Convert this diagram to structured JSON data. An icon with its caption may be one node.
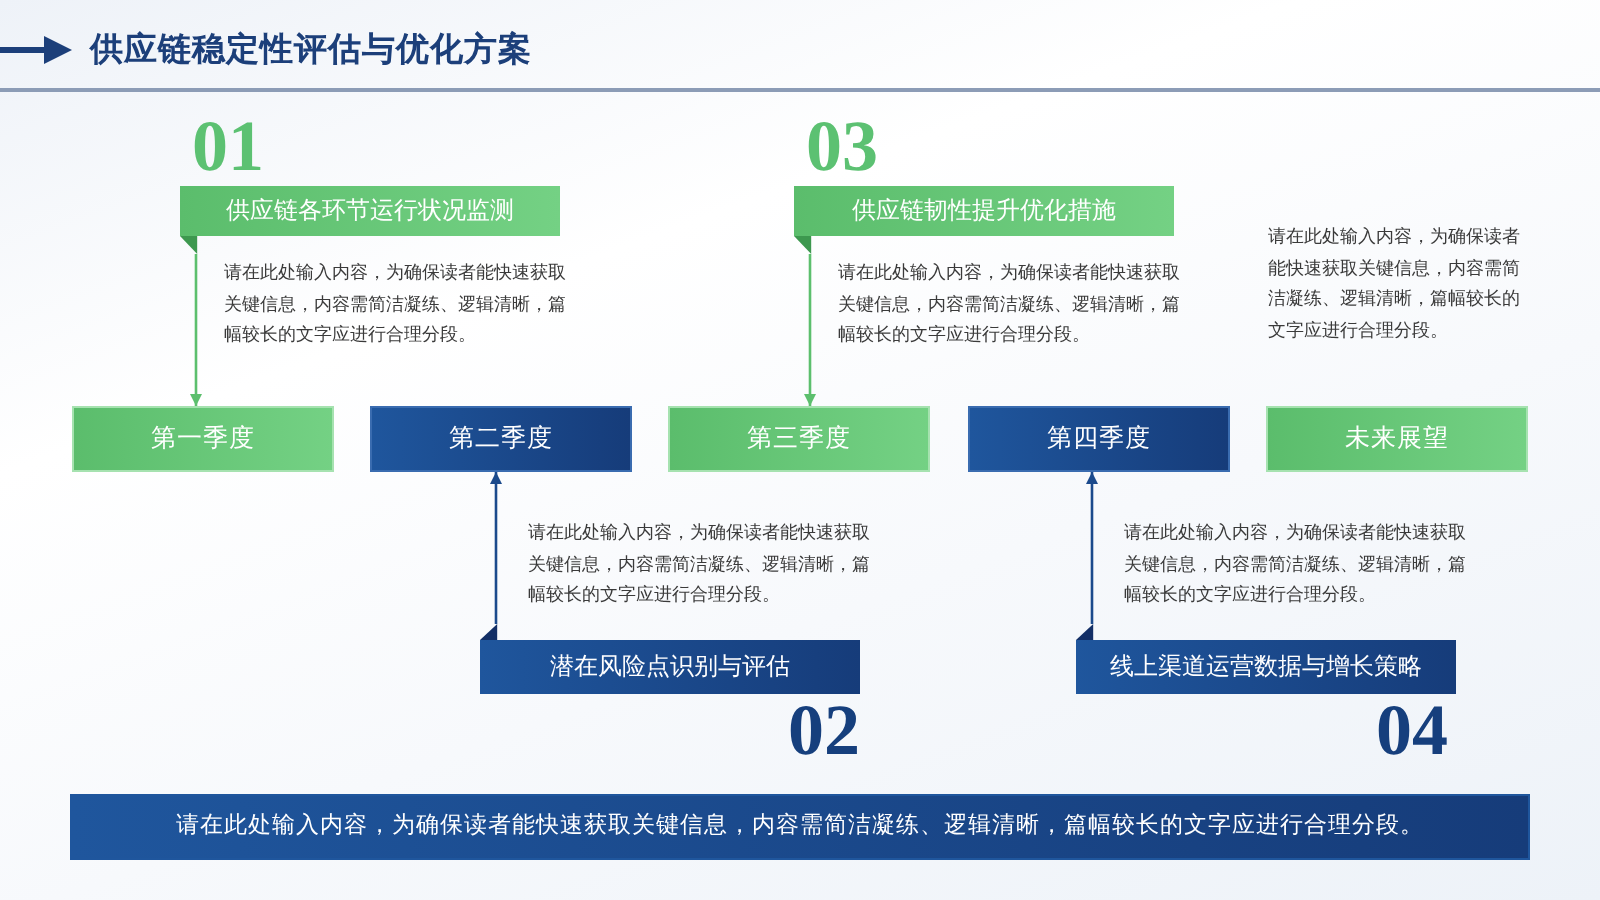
{
  "diagram": {
    "title": "供应链稳定性评估与优化方案",
    "nodes": [
      {
        "text": [
          "01",
          "供应链各环节运行状况监测"
        ],
        "beside": [
          "请在此处输入内容，为确保读者能快速获取关键信息，内容需简洁凝练、逻辑清晰，篇幅较长的文字应进行合理分段。"
        ]
      },
      {
        "text": [
          "03",
          "供应链韧性提升优化措施"
        ],
        "beside": [
          "请在此处输入内容，为确保读者能快速获取关键信息，内容需简洁凝练、逻辑清晰，篇幅较长的文字应进行合理分段。"
        ]
      },
      {
        "text": [
          "第一季度"
        ]
      },
      {
        "text": [
          "第二季度"
        ]
      },
      {
        "text": [
          "第三季度"
        ]
      },
      {
        "text": [
          "第四季度"
        ]
      },
      {
        "text": [
          "未来展望"
        ],
        "beside": [
          "请在此处输入内容，为确保读者能快速获取关键信息，内容需简洁凝练、逻辑清晰，篇幅较长的文字应进行合理分段。"
        ]
      },
      {
        "text": [
          "潜在风险点识别与评估",
          "02"
        ],
        "beside": [
          "请在此处输入内容，为确保读者能快速获取关键信息，内容需简洁凝练、逻辑清晰，篇幅较长的文字应进行合理分段。"
        ]
      },
      {
        "text": [
          "线上渠道运营数据与增长策略",
          "04"
        ],
        "beside": [
          "请在此处输入内容，为确保读者能快速获取关键信息，内容需简洁凝练、逻辑清晰，篇幅较长的文字应进行合理分段。"
        ]
      },
      {
        "text": [
          "请在此处输入内容，为确保读者能快速获取关键信息，内容需简洁凝练、逻辑清晰，篇幅较长的文字应进行合理分段。"
        ]
      }
    ],
    "edges": [
      {
        "from": 0,
        "to": 2,
        "arrow": "to"
      },
      {
        "from": 1,
        "to": 4,
        "arrow": "to"
      },
      {
        "from": 7,
        "to": 3,
        "arrow": "to",
        "color": "#1b4a8c"
      },
      {
        "from": 8,
        "to": 5,
        "arrow": "to",
        "color": "#1b4a8c"
      }
    ]
  }
}
